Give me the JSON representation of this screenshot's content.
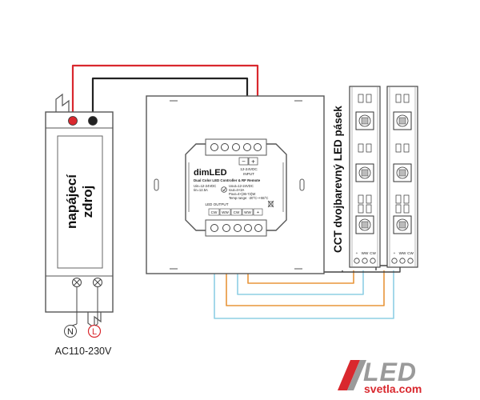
{
  "psu": {
    "label_line1": "napájecí",
    "label_line2": "zdroj",
    "terminal_n": "N",
    "terminal_l": "L",
    "mains": "AC110-230V"
  },
  "controller": {
    "brand": "dimLED",
    "model": "Dual Color LED Controller & RF Remote",
    "spec_left": [
      "Uin=12-24VDC",
      "Iin=12.5A"
    ],
    "spec_right": [
      "Uout=12-24VDC",
      "Iout=4×3A",
      "Pout=4×(36-72)W",
      "Temp range: -20°C~+55°C"
    ],
    "input_minus": "−",
    "input_plus": "+",
    "input_voltage": "12-24VDC",
    "input_label": "INPUT",
    "output_label": "LED OUTPUT",
    "output_terminals": [
      "CW",
      "WW",
      "CW",
      "WW",
      "+"
    ]
  },
  "strips": {
    "title": "CCT dvojbarevný LED pásek",
    "contacts": [
      "+",
      "WW",
      "CW"
    ]
  },
  "logo": {
    "text_main": "LED",
    "text_sub": "svetla.com"
  },
  "colors": {
    "wire_red": "#d9282e",
    "wire_black": "#222222",
    "wire_orange": "#e8953a",
    "wire_blue": "#8ecfe4",
    "outline": "#444444",
    "logo_red": "#d9282e",
    "logo_gray": "#9a9a9a"
  }
}
